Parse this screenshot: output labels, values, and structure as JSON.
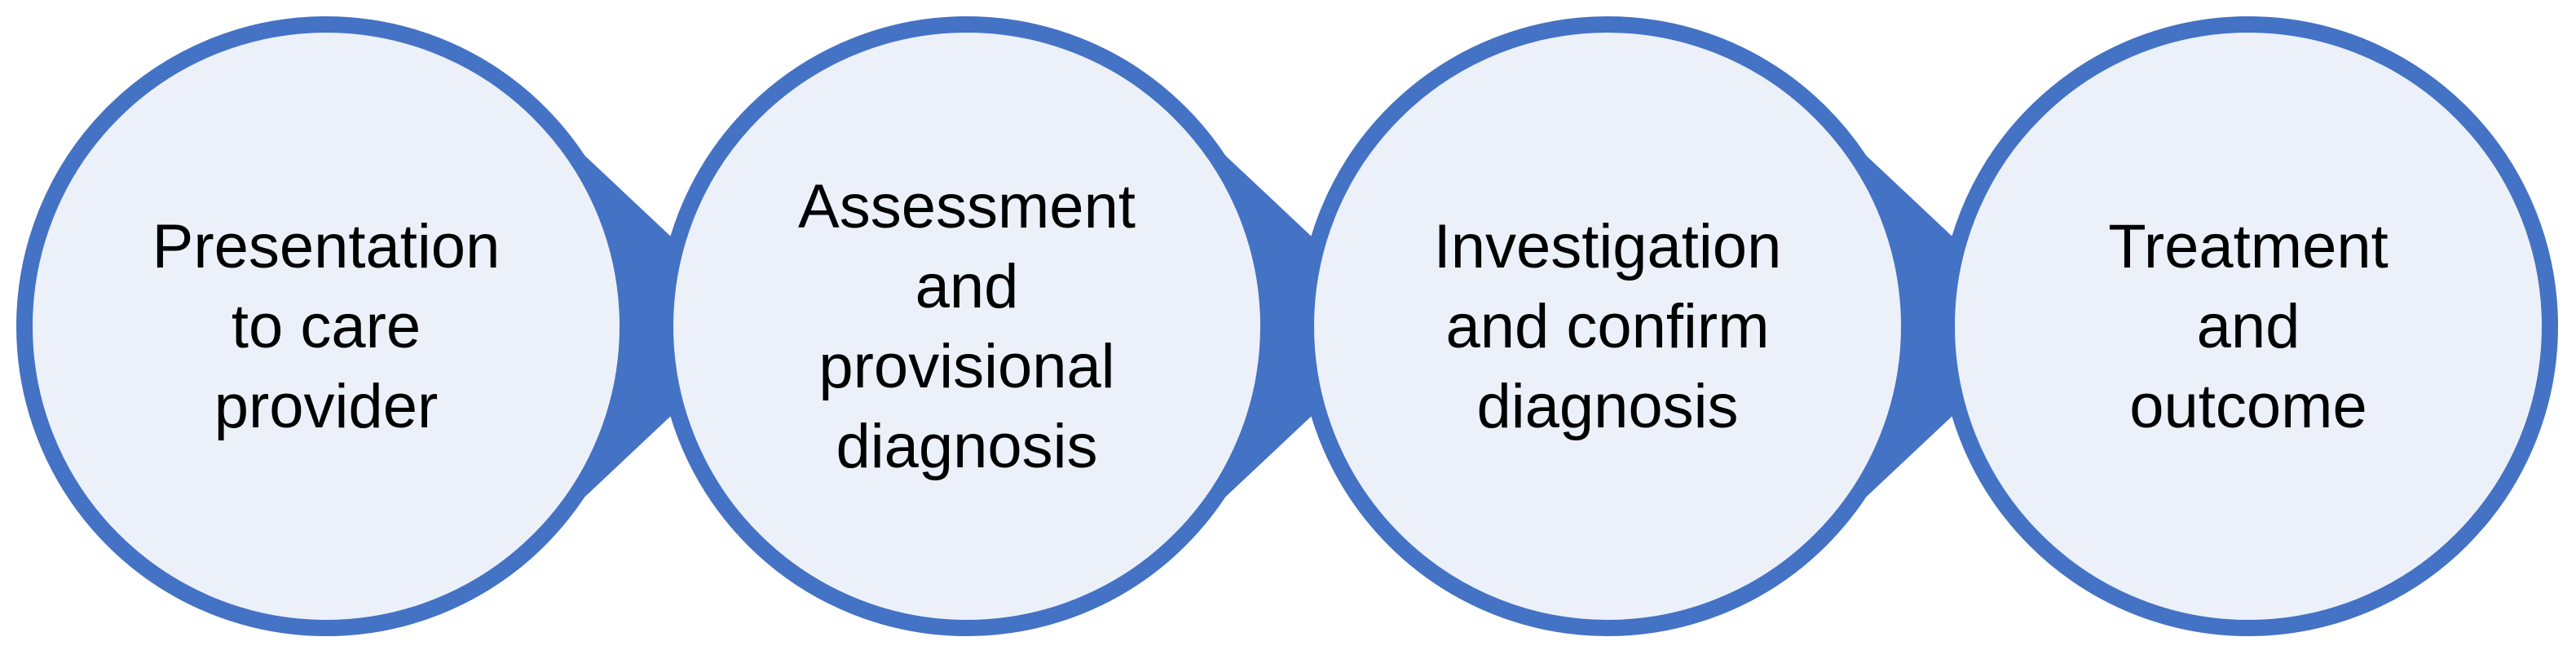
{
  "colors": {
    "stroke": "#4472c4",
    "fill": "#ecf0f9",
    "text": "#000000"
  },
  "steps": [
    {
      "lines": [
        "Presentation",
        "to care",
        "provider"
      ]
    },
    {
      "lines": [
        "Assessment",
        "and",
        "provisional",
        "diagnosis"
      ]
    },
    {
      "lines": [
        "Investigation",
        "and confirm",
        "diagnosis"
      ]
    },
    {
      "lines": [
        "Treatment",
        "and",
        "outcome"
      ]
    }
  ]
}
